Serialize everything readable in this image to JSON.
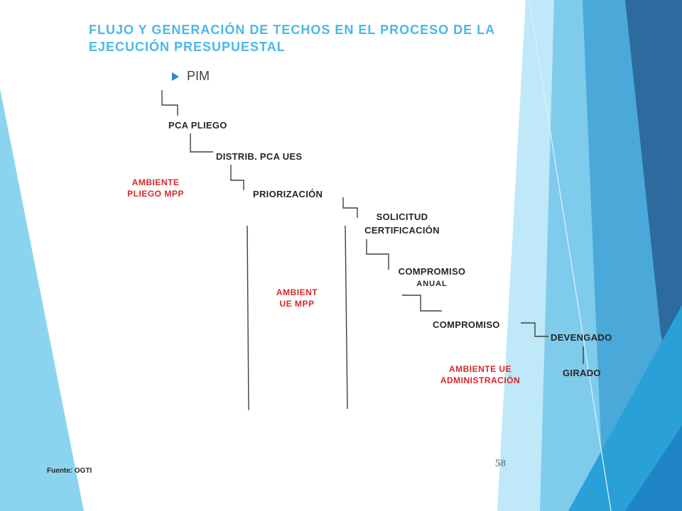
{
  "title": "FLUJO Y GENERACIÓN DE TECHOS EN EL PROCESO DE LA EJECUCIÓN PRESUPUESTAL",
  "bullet": "PIM",
  "nodes": {
    "pca_pliego": "PCA PLIEGO",
    "distrib": "DISTRIB. PCA  UES",
    "priorizacion": "PRIORIZACIÓN",
    "solicitud_1": "SOLICITUD",
    "solicitud_2": "CERTIFICACIÓN",
    "compromiso_anual_1": "COMPROMISO",
    "compromiso_anual_2": "ANUAL",
    "compromiso": "COMPROMISO",
    "devengado": "DEVENGADO",
    "girado": "GIRADO"
  },
  "ambientes": {
    "pliego_1": "AMBIENTE",
    "pliego_2": "PLIEGO MPP",
    "ue_mpp_1": "AMBIENT",
    "ue_mpp_2": "UE  MPP",
    "ue_adm_1": "AMBIENTE UE",
    "ue_adm_2": "ADMINISTRACIÓN"
  },
  "source": "Fuente: OGTI",
  "page_number": "58",
  "colors": {
    "title": "#4bb8e6",
    "ambiente_text": "#d9262a",
    "bullet": "#2a8ac9",
    "decor_dark": "#2d6b9e",
    "decor_mid": "#2aa0d8",
    "decor_light": "#8ad4f0"
  }
}
